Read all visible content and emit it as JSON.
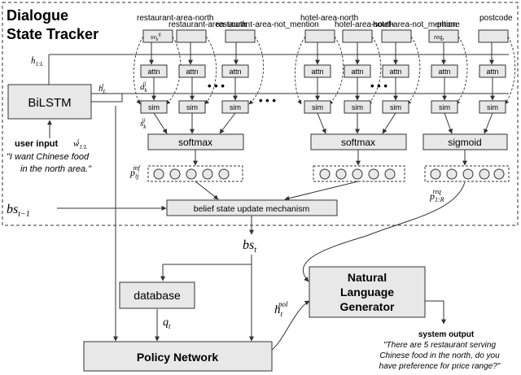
{
  "dst": {
    "title_line1": "Dialogue",
    "title_line2": "State Tracker"
  },
  "slots": [
    "restaurant-area-north",
    "restaurant-area-south",
    "restaurant-area-not_mention",
    "hotel-area-north",
    "hotel-area-south",
    "hotel-area-not_mention",
    "phone",
    "postcode"
  ],
  "slot_embed": {
    "sv": "sv",
    "sv_sub": "k",
    "sv_sup": "ij",
    "req": "req",
    "req_sub": "r"
  },
  "cells": {
    "attn": "attn",
    "sim": "sim",
    "dots": "• • •"
  },
  "outputs": {
    "softmax1": "softmax",
    "softmax2": "softmax",
    "sigmoid": "sigmoid"
  },
  "symbols": {
    "h1L": "h",
    "h1L_sup": "t",
    "h1L_sub": "1:L",
    "hL": "h",
    "hL_sup": "t",
    "hL_sub": "L",
    "a": "a",
    "a_sup": "ij",
    "a_sub": "k",
    "s": "s",
    "s_sup": "ij",
    "s_sub": "k",
    "pinf": "p",
    "pinf_sup": "inf",
    "pinf_sub": "ij",
    "preq": "p",
    "preq_sup": "req",
    "preq_sub": "1:R",
    "bs_prev": "bs",
    "bs_prev_sub": "t−1",
    "bs": "bs",
    "bs_sub": "t",
    "q": "q",
    "q_sub": "t",
    "hpol": "h",
    "hpol_sup": "pol",
    "hpol_sub": "t",
    "w": "w",
    "w_sup": "t",
    "w_sub": "1:L"
  },
  "bilstm": "BiLSTM",
  "user_input": {
    "label": "user input",
    "quote_line1": "\"I want Chinese food",
    "quote_line2": "in the north area.\""
  },
  "belief_update": "belief state update mechanism",
  "database": "database",
  "policy": "Policy Network",
  "nlg": {
    "line1": "Natural",
    "line2": "Language",
    "line3": "Generator"
  },
  "system_output": {
    "label": "system output",
    "line1": "\"There are 5 restaurant serving",
    "line2": "Chinese food in the north, do you",
    "line3": "have preference for price range?\""
  }
}
